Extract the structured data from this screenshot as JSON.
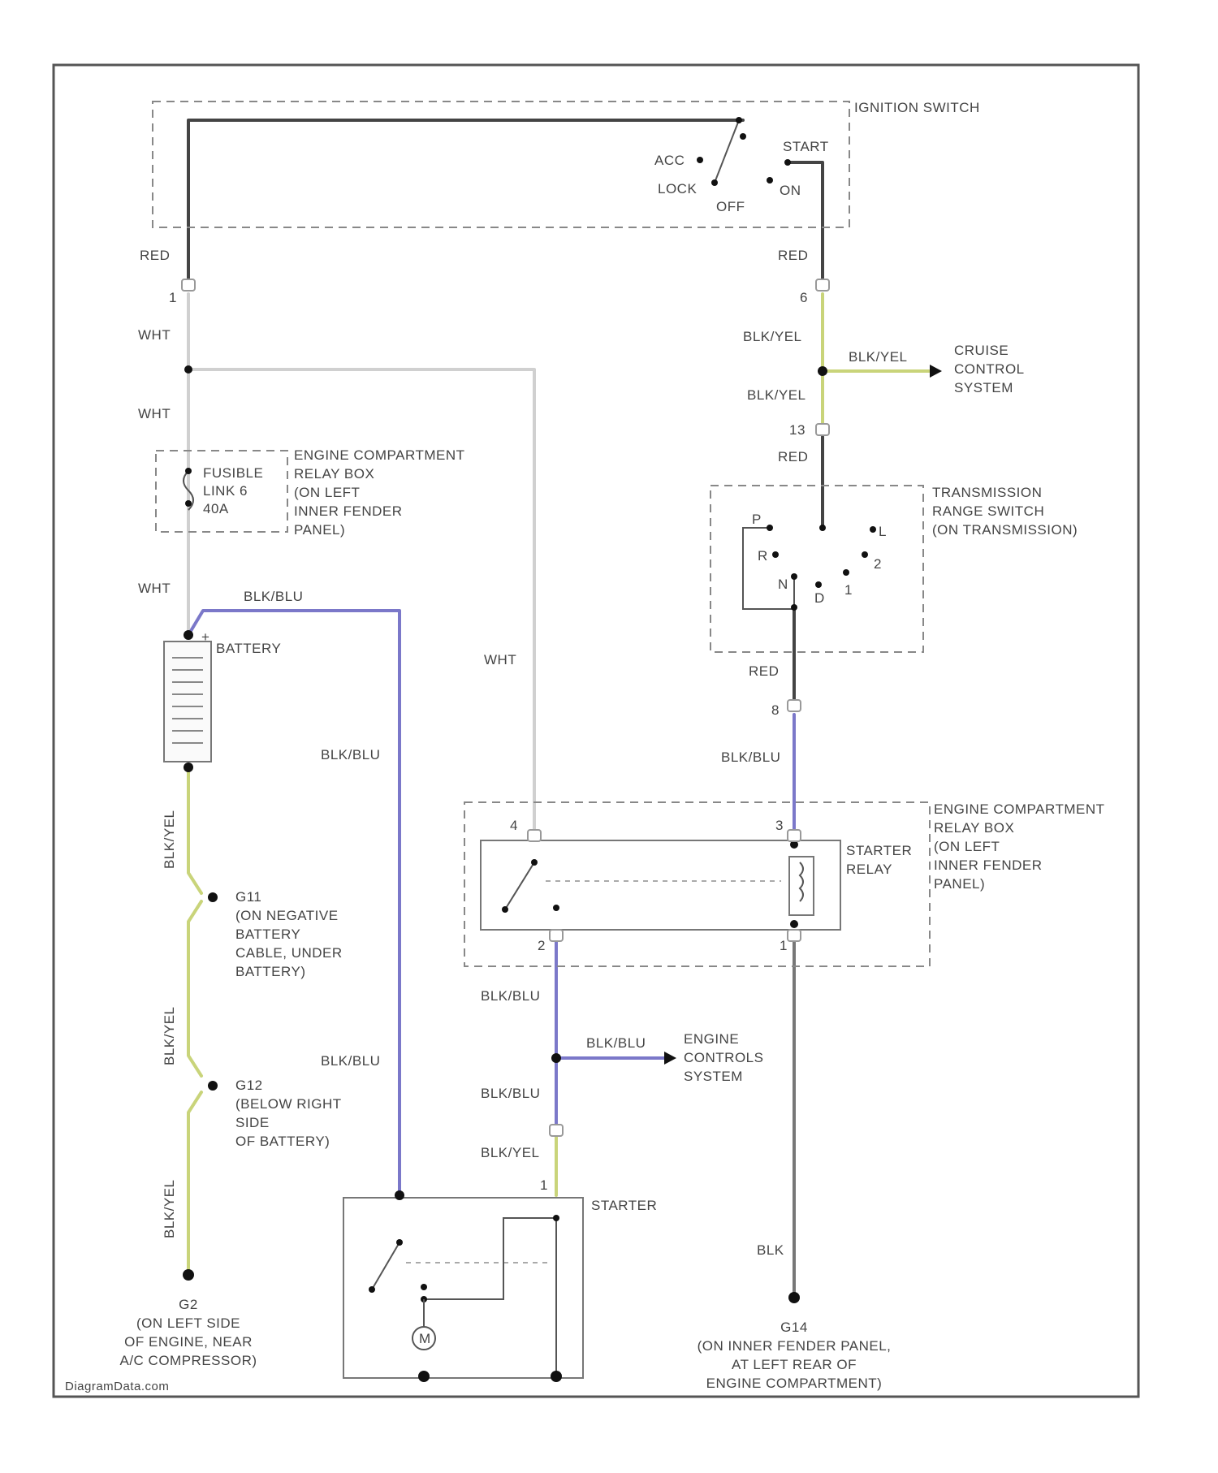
{
  "colors": {
    "wht": "#d0d0d0",
    "blk_blu": "#7b78c9",
    "blk_yel": "#c9d47a",
    "blk": "#777777",
    "red": "#444444",
    "frame": "#555555"
  },
  "components": {
    "ignition_switch": "IGNITION SWITCH",
    "sw_acc": "ACC",
    "sw_lock": "LOCK",
    "sw_off": "OFF",
    "sw_on": "ON",
    "sw_start": "START",
    "fusible_link": [
      "FUSIBLE",
      "LINK 6",
      "40A"
    ],
    "relay_box_top": [
      "ENGINE COMPARTMENT",
      "RELAY BOX",
      "(ON LEFT",
      "INNER FENDER",
      "PANEL)"
    ],
    "battery": "BATTERY",
    "cruise": [
      "CRUISE",
      "CONTROL",
      "SYSTEM"
    ],
    "trans_range": [
      "TRANSMISSION",
      "RANGE SWITCH",
      "(ON TRANSMISSION)"
    ],
    "trans_pos": {
      "p": "P",
      "r": "R",
      "n": "N",
      "d": "D",
      "l": "L",
      "two": "2",
      "one": "1"
    },
    "relay_box_bottom": [
      "ENGINE COMPARTMENT",
      "RELAY BOX",
      "(ON LEFT",
      "INNER FENDER",
      "PANEL)"
    ],
    "starter_relay": [
      "STARTER",
      "RELAY"
    ],
    "engine_controls": [
      "ENGINE",
      "CONTROLS",
      "SYSTEM"
    ],
    "starter": "STARTER",
    "motor": "M",
    "g11": [
      "G11",
      "(ON NEGATIVE",
      "BATTERY",
      "CABLE, UNDER",
      "BATTERY)"
    ],
    "g12": [
      "G12",
      "(BELOW RIGHT",
      "SIDE",
      "OF BATTERY)"
    ],
    "g2": [
      "G2",
      "(ON LEFT SIDE",
      "OF ENGINE, NEAR",
      "A/C COMPRESSOR)"
    ],
    "g14": [
      "G14",
      "(ON INNER FENDER PANEL,",
      "AT LEFT REAR OF",
      "ENGINE COMPARTMENT)"
    ]
  },
  "wire_labels": {
    "red_left": "RED",
    "red_right": "RED",
    "wht1": "WHT",
    "wht2": "WHT",
    "wht3": "WHT",
    "wht4": "WHT",
    "blkyel_right1": "BLK/YEL",
    "blkyel_cruise": "BLK/YEL",
    "blkyel_right2": "BLK/YEL",
    "red_trans": "RED",
    "red_trans_out": "RED",
    "blkblu_top": "BLK/BLU",
    "blkblu_left1": "BLK/BLU",
    "blkblu_left2": "BLK/BLU",
    "blkblu_right": "BLK/BLU",
    "blkblu_center1": "BLK/BLU",
    "blkblu_engine": "BLK/BLU",
    "blkblu_center2": "BLK/BLU",
    "blkyel_starter": "BLK/YEL",
    "blkyel_g1": "BLK/YEL",
    "blkyel_g2": "BLK/YEL",
    "blkyel_g3": "BLK/YEL",
    "blk": "BLK"
  },
  "pins": {
    "p1": "1",
    "p6": "6",
    "p13": "13",
    "p8": "8",
    "p4": "4",
    "p3": "3",
    "p2": "2",
    "p1b": "1",
    "p1c": "1",
    "batt_plus": "+"
  },
  "watermark": "DiagramData.com"
}
